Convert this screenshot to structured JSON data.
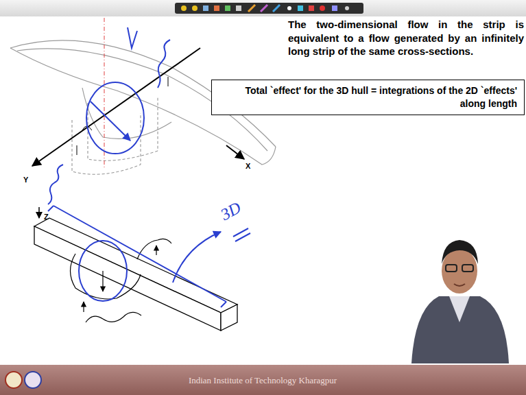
{
  "diagram": {
    "nodes": [
      {
        "text": [
          "Total `effect' for the 3D hull = integrations of the 2D `effects' along length"
        ]
      }
    ],
    "labels": [
      "The two-dimensional flow in the strip is equivalent to a flow generated by an infinitely long strip of the same cross-sections.",
      "Y",
      "X",
      "Z",
      "3D",
      "Indian Institute of Technology Kharagpur"
    ]
  }
}
